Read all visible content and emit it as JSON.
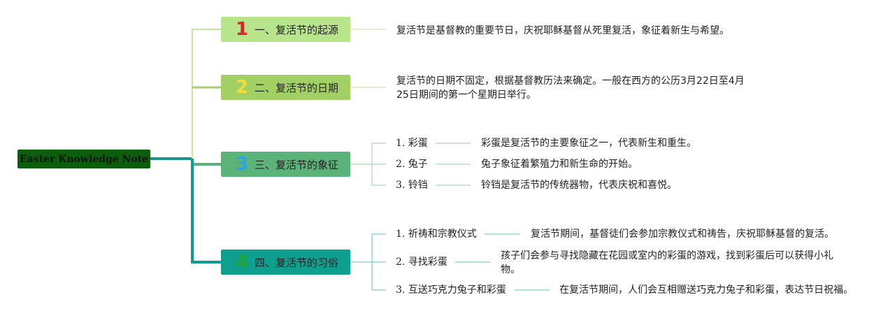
{
  "root": {
    "label": "Easter Knowledge Note"
  },
  "topics": [
    {
      "number": "1",
      "label": "一、复活节的起源",
      "bg": "#b8e48c",
      "num_color": "#d9262b",
      "text": "复活节是基督教的重要节日，庆祝耶稣基督从死里复活，象征着新生与希望。"
    },
    {
      "number": "2",
      "label": "二、复活节的日期",
      "bg": "#a3d064",
      "num_color": "#f4dc3c",
      "text_lines": [
        "复活节的日期不固定，根据基督教历法来确定。一般在西方的公历3月22日至4月",
        "25日期间的第一个星期日举行。"
      ]
    },
    {
      "number": "3",
      "label": "三、复活节的象征",
      "bg": "#5cb37a",
      "num_color": "#2ea3e0",
      "items": [
        {
          "label": "1. 彩蛋",
          "text": "彩蛋是复活节的主要象征之一，代表新生和重生。"
        },
        {
          "label": "2. 兔子",
          "text": "兔子象征着繁殖力和新生命的开始。"
        },
        {
          "label": "3. 铃铛",
          "text": "铃铛是复活节的传统器物，代表庆祝和喜悦。"
        }
      ]
    },
    {
      "number": "4",
      "label": "四、复活节的习俗",
      "bg": "#0f9f8f",
      "num_color": "#22a33a",
      "items": [
        {
          "label": "1. 祈祷和宗教仪式",
          "text": "复活节期间，基督徒们会参加宗教仪式和祷告，庆祝耶稣基督的复活。"
        },
        {
          "label": "2. 寻找彩蛋",
          "text_lines": [
            "孩子们会参与寻找隐藏在花园或室内的彩蛋的游戏，找到彩蛋后可以获得小礼",
            "物。"
          ]
        },
        {
          "label": "3. 互送巧克力兔子和彩蛋",
          "text": "在复活节期间，人们会互相赠送巧克力兔子和彩蛋，表达节日祝福。"
        }
      ]
    }
  ]
}
